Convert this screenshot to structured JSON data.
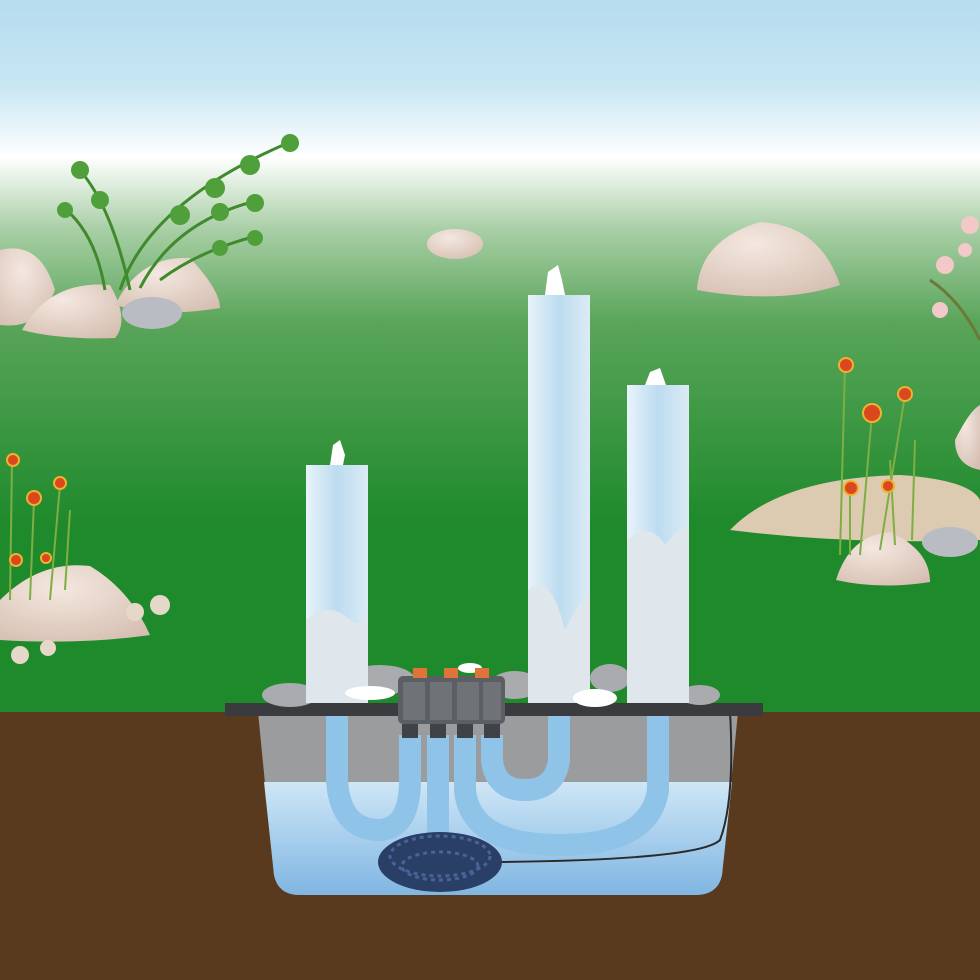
{
  "colors": {
    "sky_top": "#b6dcee",
    "horizon": "#ffffff",
    "grass_mid": "#5aa55a",
    "grass_low": "#1f8a2c",
    "soil": "#5a3a1e",
    "basin_dry": "#9b9c9e",
    "water": "#a9d3ee",
    "column": "#cfe6f4",
    "hose": "#8fc3e8",
    "pump": "#2a3f66",
    "distributor": "#5b5e63",
    "nozzle": "#e0733a",
    "rock": "#e6d3c8",
    "flower": "#d9481e"
  },
  "columns": [
    {
      "name": "left-column",
      "relative_height": 0.5
    },
    {
      "name": "center-column",
      "relative_height": 0.9
    },
    {
      "name": "right-column",
      "relative_height": 0.7
    }
  ]
}
